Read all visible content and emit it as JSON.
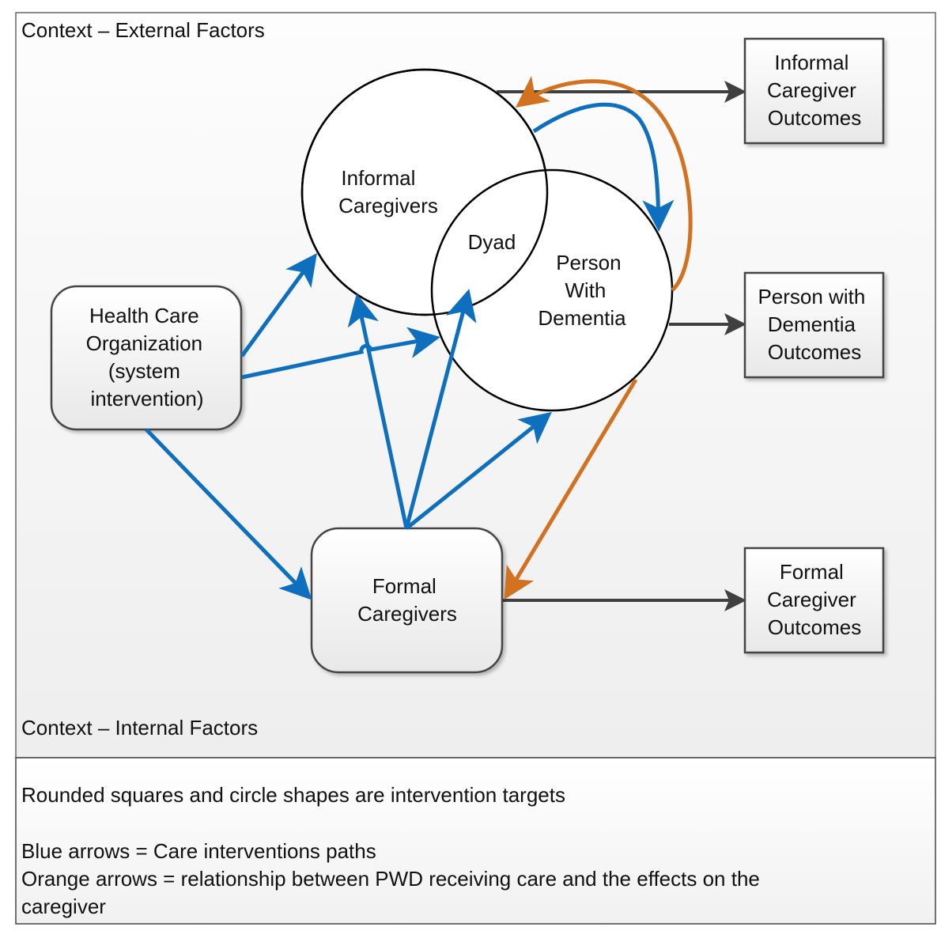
{
  "context": {
    "external_label": "Context – External Factors",
    "internal_label": "Context – Internal Factors"
  },
  "nodes": {
    "health_care_org": {
      "lines": [
        "Health Care",
        "Organization",
        "(system",
        "intervention)"
      ]
    },
    "informal_caregivers": {
      "lines": [
        "Informal",
        "Caregivers"
      ]
    },
    "dyad": {
      "lines": [
        "Dyad"
      ]
    },
    "person_with_dementia": {
      "lines": [
        "Person",
        "With",
        "Dementia"
      ]
    },
    "formal_caregivers": {
      "lines": [
        "Formal",
        "Caregivers"
      ]
    },
    "informal_outcomes": {
      "lines": [
        "Informal",
        "Caregiver",
        "Outcomes"
      ]
    },
    "pwd_outcomes": {
      "lines": [
        "Person with",
        "Dementia",
        "Outcomes"
      ]
    },
    "formal_outcomes": {
      "lines": [
        "Formal",
        "Caregiver",
        "Outcomes"
      ]
    }
  },
  "edges": [
    {
      "from": "health_care_org",
      "to": "informal_caregivers",
      "type": "blue"
    },
    {
      "from": "health_care_org",
      "to": "person_with_dementia",
      "type": "blue"
    },
    {
      "from": "health_care_org",
      "to": "formal_caregivers",
      "type": "blue"
    },
    {
      "from": "formal_caregivers",
      "to": "informal_caregivers",
      "type": "blue"
    },
    {
      "from": "formal_caregivers",
      "to": "dyad",
      "type": "blue"
    },
    {
      "from": "formal_caregivers",
      "to": "person_with_dementia",
      "type": "blue"
    },
    {
      "from": "informal_caregivers",
      "to": "person_with_dementia",
      "type": "blue"
    },
    {
      "from": "person_with_dementia",
      "to": "informal_caregivers",
      "type": "orange"
    },
    {
      "from": "person_with_dementia",
      "to": "formal_caregivers",
      "type": "orange"
    },
    {
      "from": "informal_caregivers",
      "to": "informal_outcomes",
      "type": "gray"
    },
    {
      "from": "person_with_dementia",
      "to": "pwd_outcomes",
      "type": "gray"
    },
    {
      "from": "formal_caregivers",
      "to": "formal_outcomes",
      "type": "gray"
    }
  ],
  "colors": {
    "blue_arrow": "#0f6fbf",
    "orange_arrow": "#d2711f",
    "gray_arrow": "#404040"
  },
  "legend": {
    "line1": "Rounded squares and circle shapes are intervention targets",
    "line2": "Blue arrows = Care interventions paths",
    "line3": "Orange arrows = relationship between PWD receiving care and the effects on the",
    "line4": "caregiver"
  }
}
